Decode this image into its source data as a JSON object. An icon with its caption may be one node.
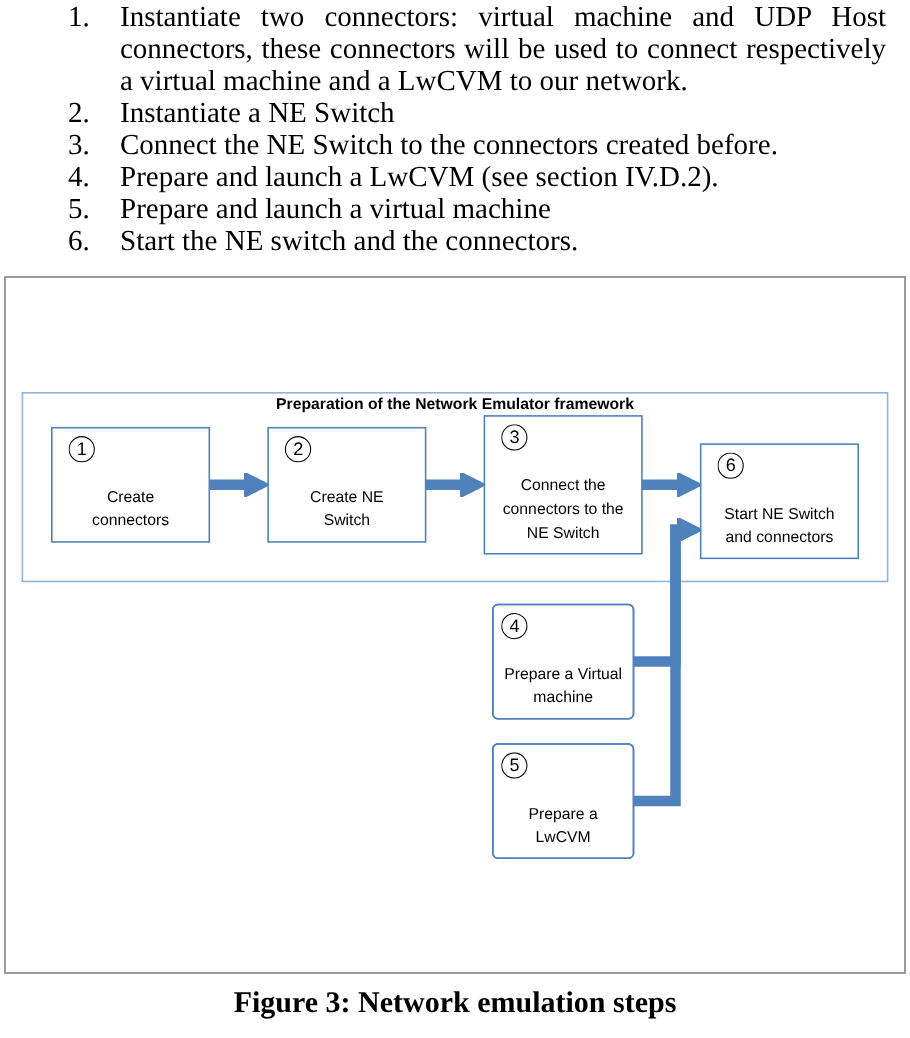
{
  "diagram": {
    "caption": "Figure 3: Network emulation steps",
    "nodes": [
      {
        "text": [
          "Preparation of the Network Emulator framework"
        ]
      },
      {
        "text": [
          "1",
          "Create connectors"
        ],
        "in": 0
      },
      {
        "text": [
          "2",
          "Create NE Switch"
        ],
        "in": 0
      },
      {
        "text": [
          "3",
          "Connect the connectors to the NE Switch"
        ],
        "in": 0
      },
      {
        "text": [
          "6",
          "Start NE Switch and connectors"
        ],
        "in": 0
      },
      {
        "text": [
          "4",
          "Prepare a Virtual machine"
        ]
      },
      {
        "text": [
          "5",
          "Prepare a LwCVM"
        ]
      }
    ],
    "edges": [
      {
        "from": 1,
        "to": 2,
        "arrow": "to"
      },
      {
        "from": 2,
        "to": 3,
        "arrow": "to"
      },
      {
        "from": 3,
        "to": 4,
        "arrow": "to"
      },
      {
        "from": 5,
        "to": 4,
        "arrow": "to"
      },
      {
        "from": 6,
        "to": 4,
        "arrow": "to"
      }
    ],
    "labels": [
      "1.",
      "Instantiate two connectors: virtual machine and UDP Host connectors, these connectors will be used to connect respectively a virtual machine and a LwCVM to our network.",
      "2.",
      "Instantiate a NE Switch",
      "3.",
      "Connect the NE Switch to the connectors created before.",
      "4.",
      "Prepare and launch a LwCVM (see section IV.D.2).",
      "5.",
      "Prepare and launch a virtual machine",
      "6.",
      "Start the NE switch and the connectors."
    ]
  }
}
